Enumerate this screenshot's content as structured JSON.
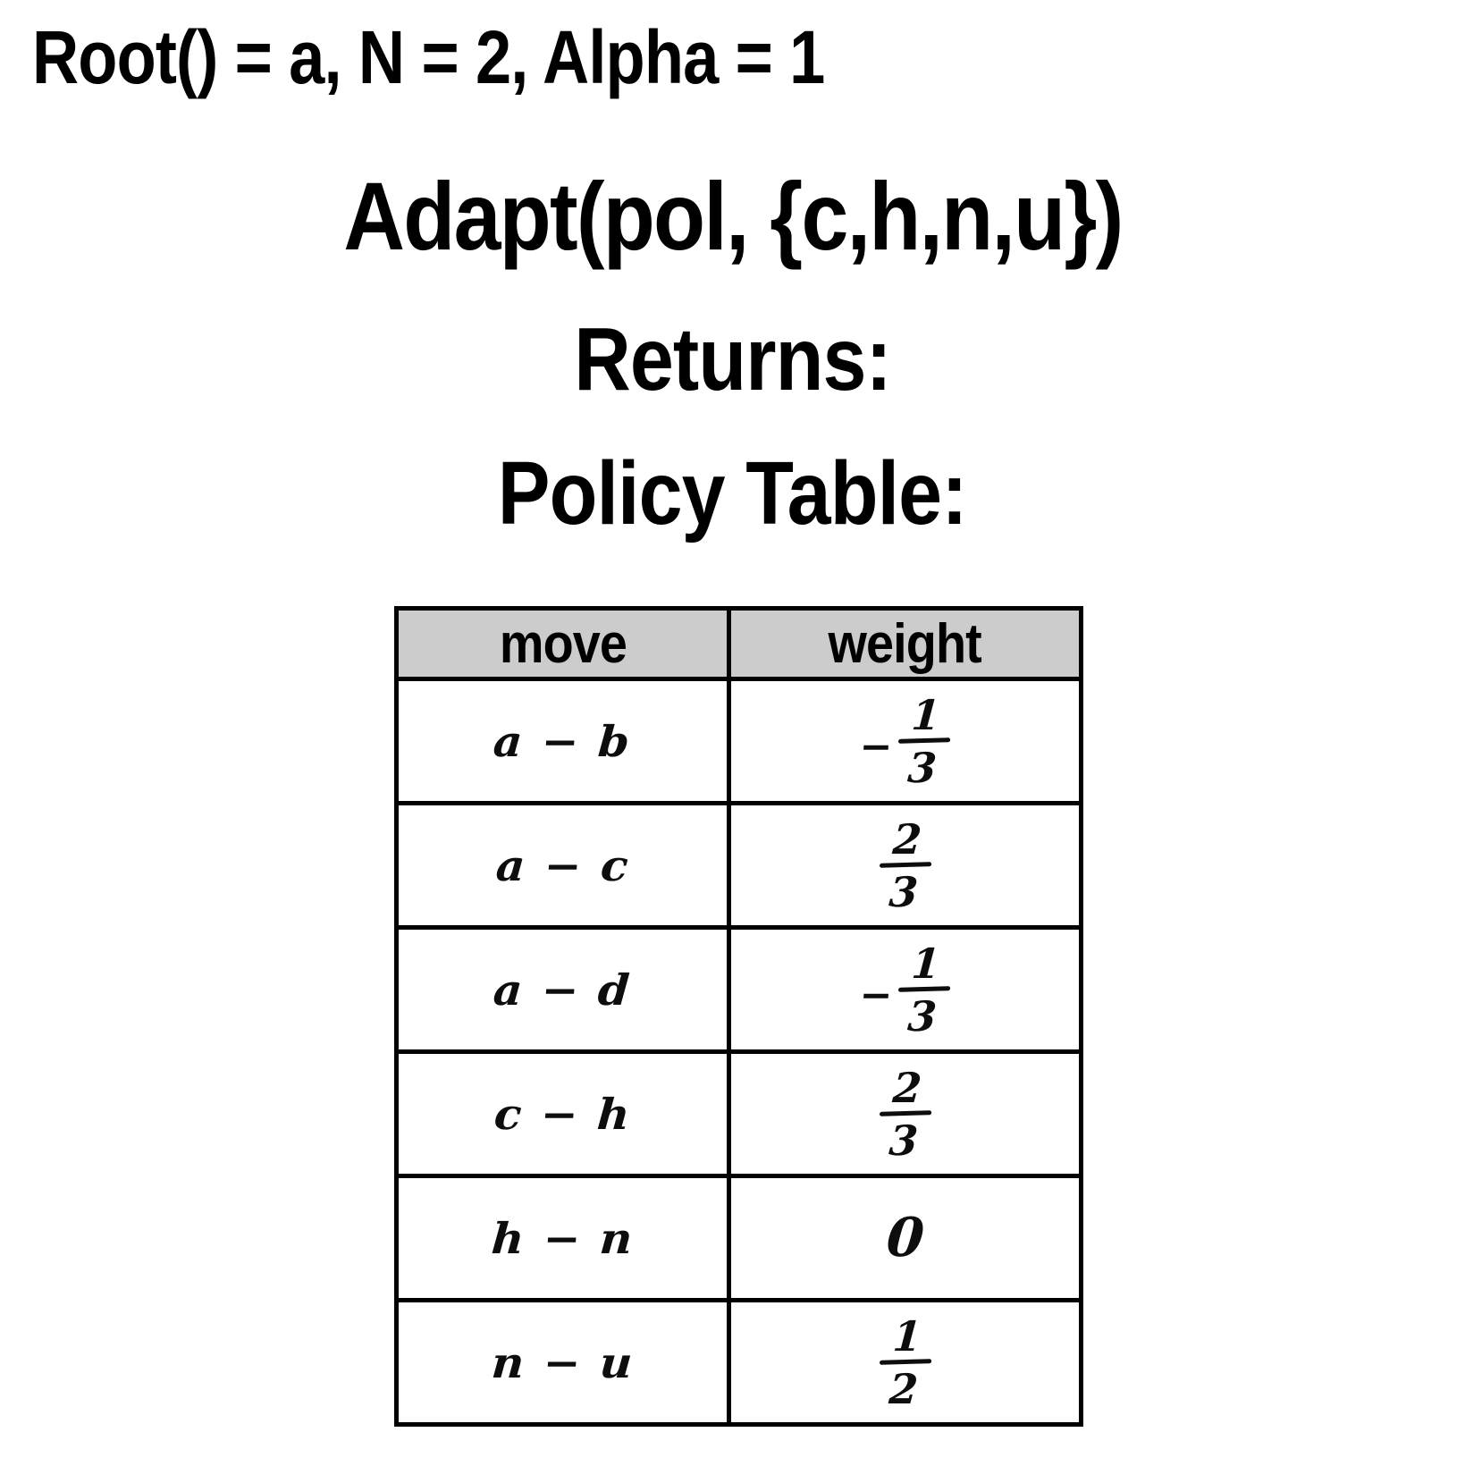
{
  "header": {
    "params_line": "Root() = a, N = 2, Alpha = 1",
    "call_line": "Adapt(pol, {c,h,n,u})",
    "returns_line": "Returns:",
    "table_title": "Policy Table:"
  },
  "table": {
    "columns": [
      "move",
      "weight"
    ],
    "rows": [
      {
        "move": "a − b",
        "weight_text": "-1/3",
        "sign": "−",
        "num": "1",
        "den": "3",
        "is_fraction": true
      },
      {
        "move": "a − c",
        "weight_text": "2/3",
        "sign": "",
        "num": "2",
        "den": "3",
        "is_fraction": true
      },
      {
        "move": "a − d",
        "weight_text": "-1/3",
        "sign": "−",
        "num": "1",
        "den": "3",
        "is_fraction": true
      },
      {
        "move": "c − h",
        "weight_text": "2/3",
        "sign": "",
        "num": "2",
        "den": "3",
        "is_fraction": true
      },
      {
        "move": "h − n",
        "weight_text": "0",
        "sign": "",
        "num": "",
        "den": "",
        "is_fraction": false
      },
      {
        "move": "n − u",
        "weight_text": "1/2",
        "sign": "",
        "num": "1",
        "den": "2",
        "is_fraction": true
      }
    ]
  },
  "colors": {
    "background": "#ffffff",
    "text": "#000000",
    "header_fill": "#cccccc",
    "border": "#000000",
    "ink": "#0d0d0d"
  }
}
